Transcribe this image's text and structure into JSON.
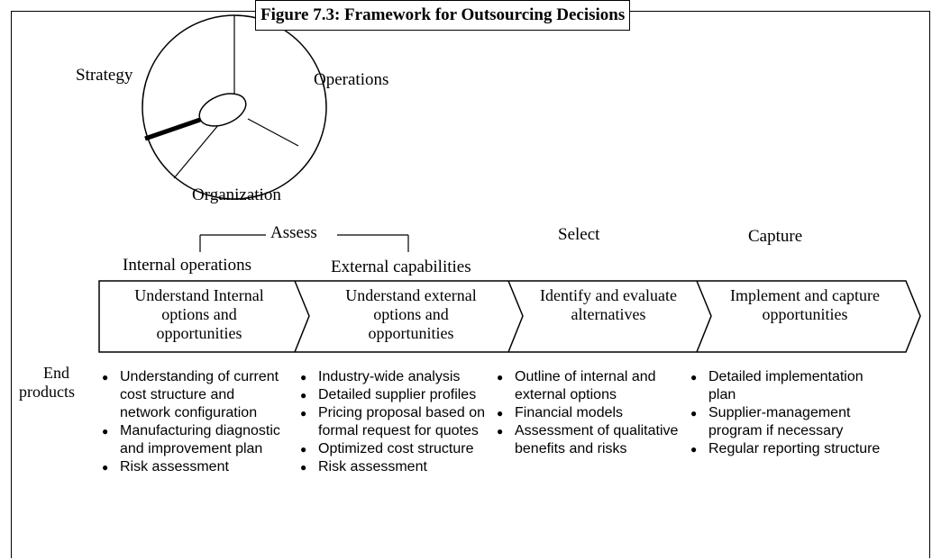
{
  "figure_title": "Figure 7.3: Framework for Outsourcing Decisions",
  "wheel": {
    "strategy": "Strategy",
    "operations": "Operations",
    "organization": "Organization",
    "icon": "magnifying-glass-icon"
  },
  "phases": {
    "assess": "Assess",
    "select": "Select",
    "capture": "Capture",
    "internal_operations": "Internal operations",
    "external_capabilities": "External capabilities"
  },
  "steps": [
    {
      "lines": [
        "Understand Internal",
        "options and",
        "opportunities"
      ]
    },
    {
      "lines": [
        "Understand external",
        "options and",
        "opportunities"
      ]
    },
    {
      "lines": [
        "Identify and evaluate",
        "alternatives"
      ]
    },
    {
      "lines": [
        "Implement and capture",
        "opportunities"
      ]
    }
  ],
  "end_products_label": [
    "End",
    "products"
  ],
  "end_products": [
    [
      "Understanding of current cost structure and network configuration",
      "Manufacturing diagnostic and improvement plan",
      "Risk assessment"
    ],
    [
      "Industry-wide analysis",
      "Detailed supplier profiles",
      "Pricing proposal based on formal request for quotes",
      "Optimized cost structure",
      "Risk assessment"
    ],
    [
      "Outline of internal and external options",
      "Financial models",
      "Assessment of qualitative benefits and risks"
    ],
    [
      "Detailed implementation plan",
      "Supplier-management program if necessary",
      "Regular reporting structure"
    ]
  ]
}
